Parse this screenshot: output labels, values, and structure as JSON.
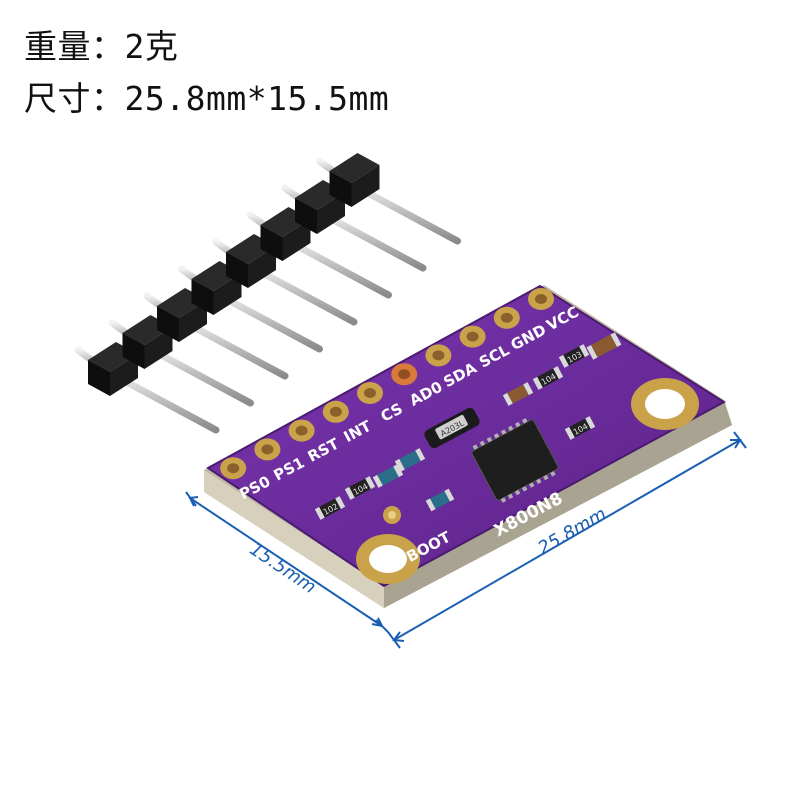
{
  "specs": {
    "weight": "重量：2克",
    "size": "尺寸：25.8mm*15.5mm"
  },
  "board": {
    "chip_label": "X800N8",
    "crystal_label": "A203L",
    "boot_label": "BOOT",
    "pins": [
      "VCC",
      "GND",
      "SCL",
      "SDA",
      "AD0",
      "CS",
      "INT",
      "RST",
      "PS1",
      "PS0"
    ],
    "resistor_labels": [
      "103",
      "104",
      "104",
      "104",
      "102"
    ]
  },
  "dimensions": {
    "width_label": "15.5mm",
    "length_label": "25.8mm"
  },
  "colors": {
    "pcb": "#6a2a9e",
    "pcb_edge": "#c9c2ae",
    "pad_gold": "#c9a24a",
    "header_black": "#141414",
    "pin_silver": "#cfcfcf",
    "dimension_blue": "#1a5fb4"
  }
}
